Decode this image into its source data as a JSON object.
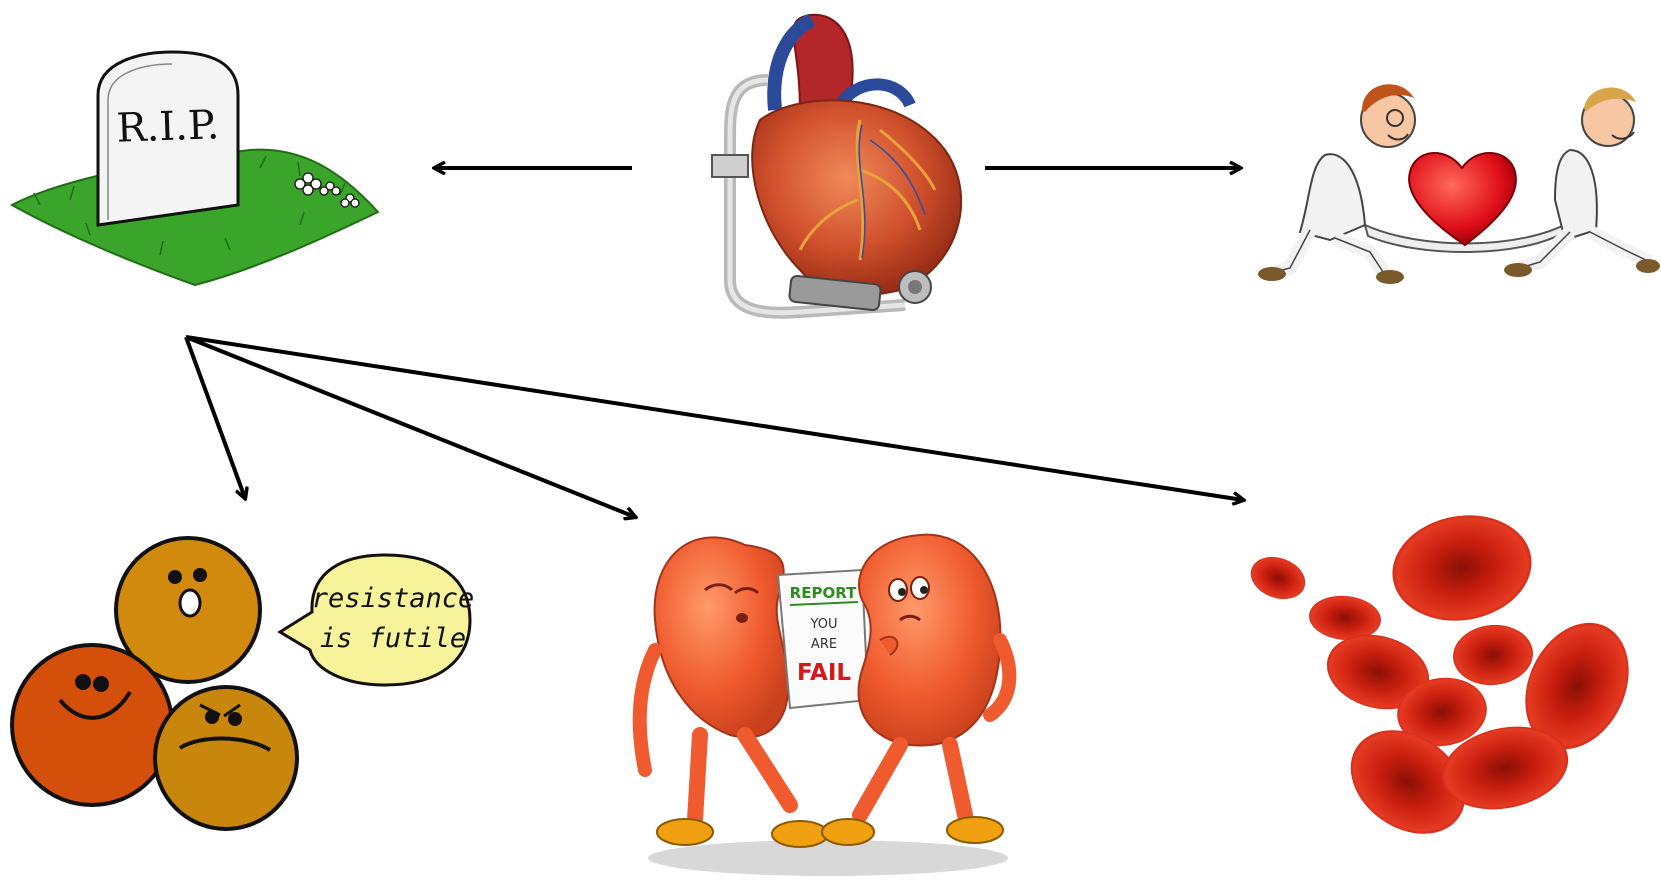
{
  "tombstone": {
    "text": "R.I.P."
  },
  "kidney_report": {
    "heading": "REPORT",
    "line1": "YOU",
    "line2": "ARE",
    "line3": "FAIL"
  },
  "speech_bubble": {
    "line1": "resistance",
    "line2": "is futile"
  },
  "colors": {
    "arrow": "#000000",
    "grass": "#3aa52a",
    "heart": "#d8442a",
    "kidney": "#ef5a2e",
    "blood_cell": "#cc1f10",
    "bubble_fill": "#f6f39a"
  },
  "icons": [
    "tombstone-icon",
    "artificial-heart-icon",
    "heart-transplant-icon",
    "resistant-cells-icon",
    "kidney-failure-icon",
    "red-blood-cells-icon"
  ]
}
